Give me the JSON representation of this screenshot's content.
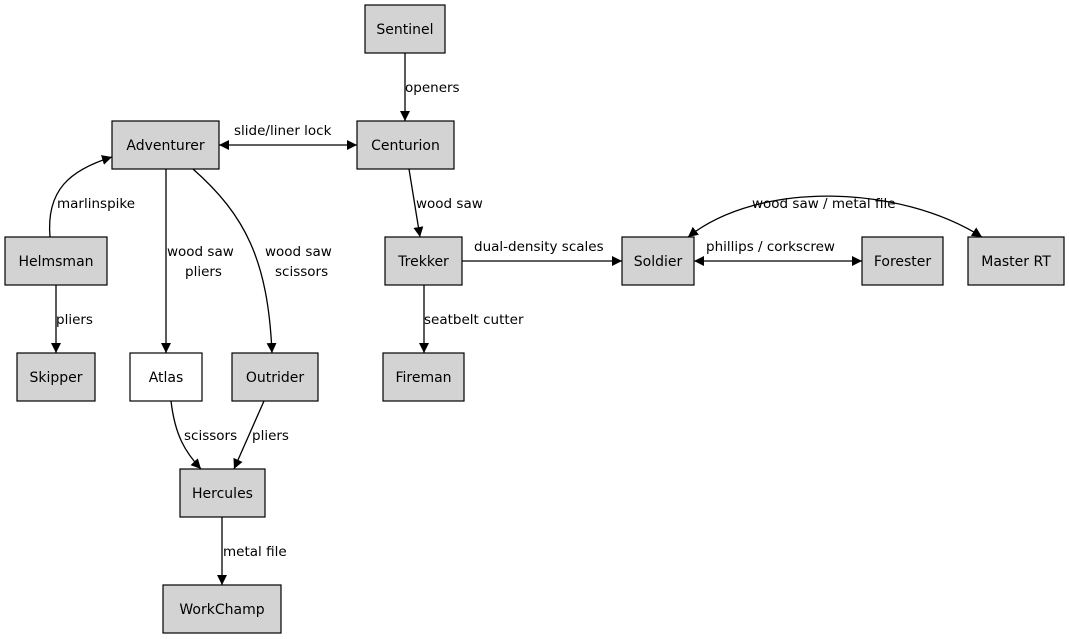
{
  "diagram": {
    "colors": {
      "node_fill": "#d3d3d3",
      "highlight_fill": "#ffffff",
      "stroke": "#000000"
    },
    "nodes": [
      {
        "id": "sentinel",
        "label": "Sentinel",
        "fill": "gray"
      },
      {
        "id": "adventurer",
        "label": "Adventurer",
        "fill": "gray"
      },
      {
        "id": "centurion",
        "label": "Centurion",
        "fill": "gray"
      },
      {
        "id": "helmsman",
        "label": "Helmsman",
        "fill": "gray"
      },
      {
        "id": "trekker",
        "label": "Trekker",
        "fill": "gray"
      },
      {
        "id": "soldier",
        "label": "Soldier",
        "fill": "gray"
      },
      {
        "id": "forester",
        "label": "Forester",
        "fill": "gray"
      },
      {
        "id": "masterrt",
        "label": "Master RT",
        "fill": "gray"
      },
      {
        "id": "skipper",
        "label": "Skipper",
        "fill": "gray"
      },
      {
        "id": "atlas",
        "label": "Atlas",
        "fill": "white"
      },
      {
        "id": "outrider",
        "label": "Outrider",
        "fill": "gray"
      },
      {
        "id": "fireman",
        "label": "Fireman",
        "fill": "gray"
      },
      {
        "id": "hercules",
        "label": "Hercules",
        "fill": "gray"
      },
      {
        "id": "workchamp",
        "label": "WorkChamp",
        "fill": "gray"
      }
    ],
    "edges": [
      {
        "id": "sentinel-centurion",
        "from": "Sentinel",
        "to": "Centurion",
        "label": [
          "openers"
        ],
        "direction": "forward"
      },
      {
        "id": "adventurer-centurion",
        "from": "Adventurer",
        "to": "Centurion",
        "label": [
          "slide/liner lock"
        ],
        "direction": "both"
      },
      {
        "id": "helmsman-adventurer",
        "from": "Helmsman",
        "to": "Adventurer",
        "label": [
          "marlinspike"
        ],
        "direction": "forward"
      },
      {
        "id": "adventurer-atlas",
        "from": "Adventurer",
        "to": "Atlas",
        "label": [
          "wood saw",
          "pliers"
        ],
        "direction": "forward"
      },
      {
        "id": "adventurer-outrider",
        "from": "Adventurer",
        "to": "Outrider",
        "label": [
          "wood saw",
          "scissors"
        ],
        "direction": "forward"
      },
      {
        "id": "centurion-trekker",
        "from": "Centurion",
        "to": "Trekker",
        "label": [
          "wood saw"
        ],
        "direction": "forward"
      },
      {
        "id": "trekker-soldier",
        "from": "Trekker",
        "to": "Soldier",
        "label": [
          "dual-density scales"
        ],
        "direction": "forward"
      },
      {
        "id": "soldier-forester",
        "from": "Soldier",
        "to": "Forester",
        "label": [
          "phillips / corkscrew"
        ],
        "direction": "both"
      },
      {
        "id": "soldier-masterrt",
        "from": "Soldier",
        "to": "Master RT",
        "label": [
          "wood saw / metal file"
        ],
        "direction": "both"
      },
      {
        "id": "helmsman-skipper",
        "from": "Helmsman",
        "to": "Skipper",
        "label": [
          "pliers"
        ],
        "direction": "forward"
      },
      {
        "id": "trekker-fireman",
        "from": "Trekker",
        "to": "Fireman",
        "label": [
          "seatbelt cutter"
        ],
        "direction": "forward"
      },
      {
        "id": "atlas-hercules",
        "from": "Atlas",
        "to": "Hercules",
        "label": [
          "scissors"
        ],
        "direction": "forward"
      },
      {
        "id": "outrider-hercules",
        "from": "Outrider",
        "to": "Hercules",
        "label": [
          "pliers"
        ],
        "direction": "forward"
      },
      {
        "id": "hercules-workchamp",
        "from": "Hercules",
        "to": "WorkChamp",
        "label": [
          "metal file"
        ],
        "direction": "forward"
      }
    ]
  }
}
